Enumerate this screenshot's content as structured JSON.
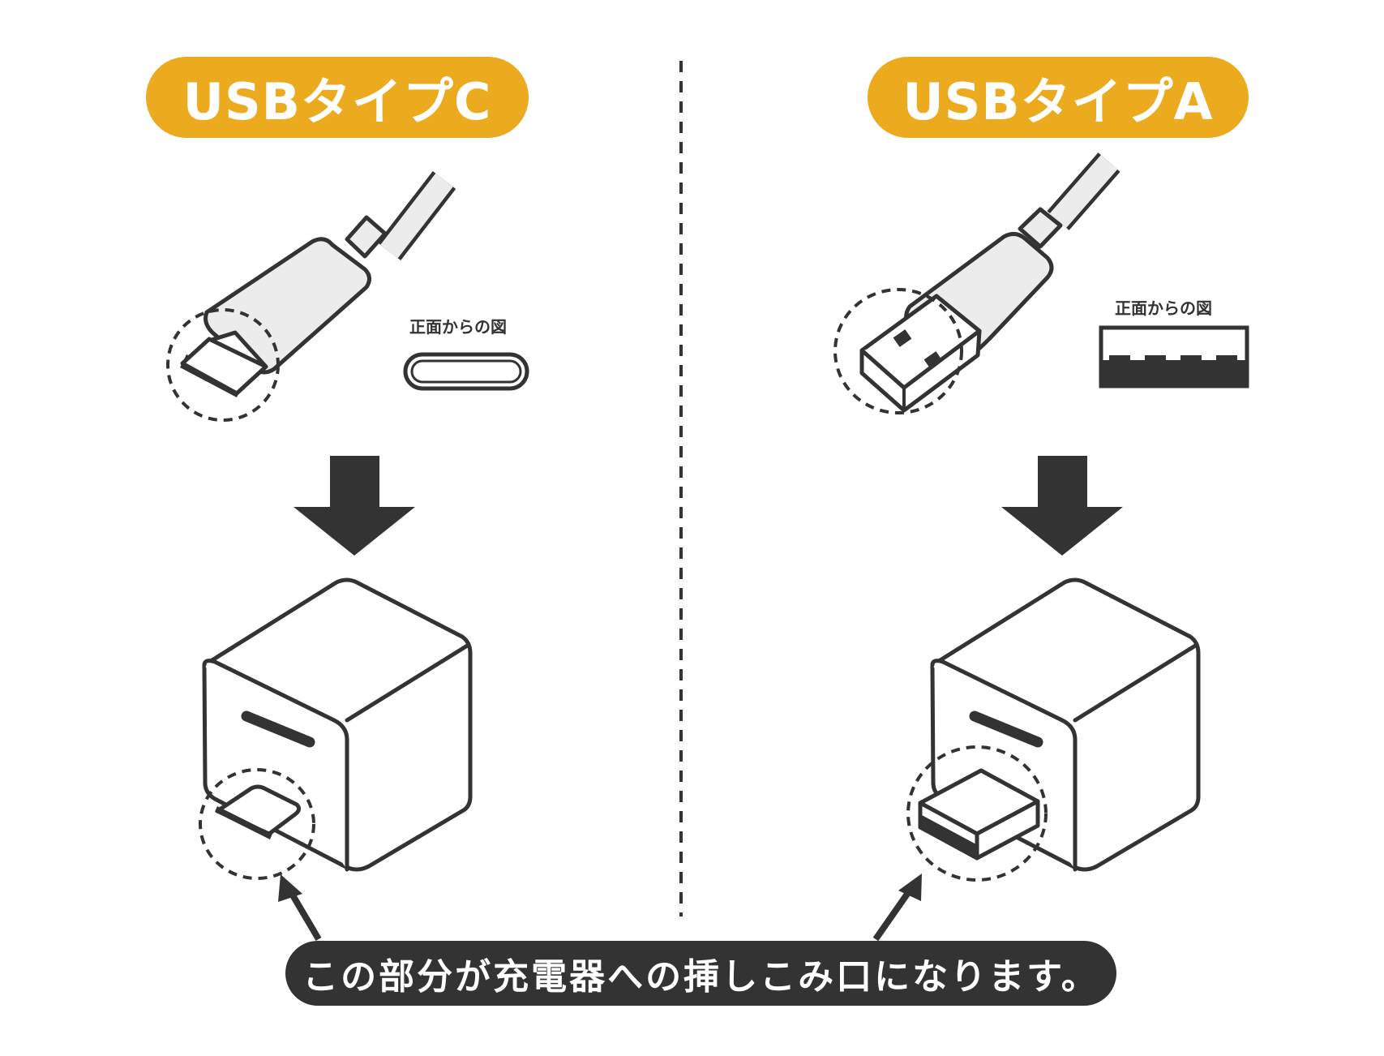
{
  "left_panel": {
    "title": "USBタイプC",
    "front_view_label": "正面からの図"
  },
  "right_panel": {
    "title": "USBタイプA",
    "front_view_label": "正面からの図"
  },
  "note": "この部分が充電器への挿しこみ口になります。",
  "colors": {
    "accent": "#ecaa1f",
    "ink": "#333333",
    "background": "#ffffff"
  }
}
